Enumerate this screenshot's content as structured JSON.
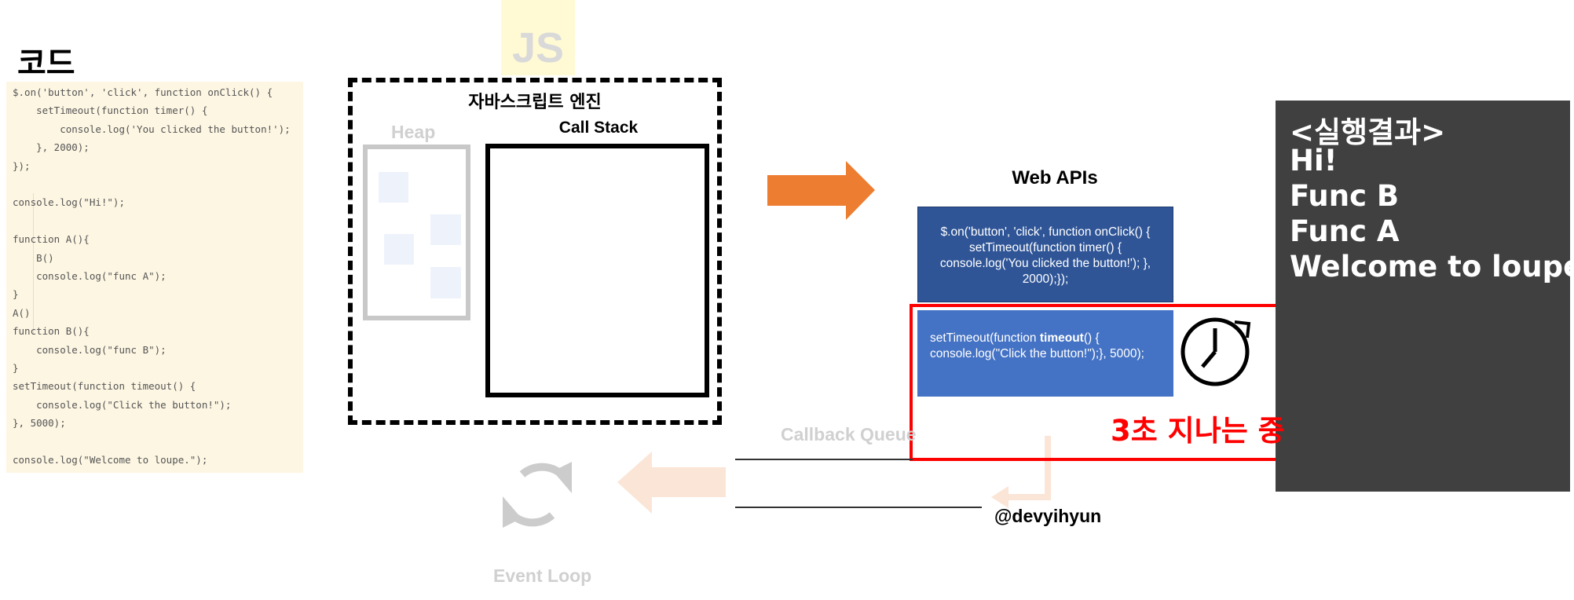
{
  "code": {
    "title": "코드",
    "lines": [
      "$.on('button', 'click', function onClick() {",
      "    setTimeout(function timer() {",
      "        console.log('You clicked the button!');",
      "    }, 2000);",
      "});",
      "",
      "console.log(\"Hi!\");",
      "",
      "function A(){",
      "    B()",
      "    console.log(\"func A\");",
      "}",
      "A()",
      "function B(){",
      "    console.log(\"func B\");",
      "}",
      "setTimeout(function timeout() {",
      "    console.log(\"Click the button!\");",
      "}, 5000);",
      "",
      "console.log(\"Welcome to loupe.\");"
    ]
  },
  "js_badge": "JS",
  "engine": {
    "title": "자바스크립트 엔진",
    "heap_label": "Heap",
    "callstack_label": "Call Stack"
  },
  "web_apis": {
    "label": "Web APIs",
    "onclick_text": "$.on('button', 'click', function onClick() {     setTimeout(function timer() {         console.log('You clicked the button!');         }, 2000);});",
    "timeout_prefix": "setTimeout(function ",
    "timeout_bold": "timeout",
    "timeout_suffix": "() {     console.log(\"Click the button!\");}, 5000);",
    "status": "3초 지나는 중"
  },
  "output": {
    "lines": [
      "<실행결과>",
      "Hi!",
      "Func B",
      "Func A",
      "Welcome to loupe."
    ]
  },
  "callback_queue_label": "Callback Queue",
  "event_loop_label": "Event Loop",
  "credit": "@devyihyun",
  "colors": {
    "code_bg": "#fdf6e3",
    "arrow_orange": "#ed7d31",
    "arrow_faded": "#fbe5d6",
    "api_dark": "#2f5597",
    "api_light": "#4472c4",
    "highlight_red": "#ff0000",
    "output_bg": "#404040"
  }
}
